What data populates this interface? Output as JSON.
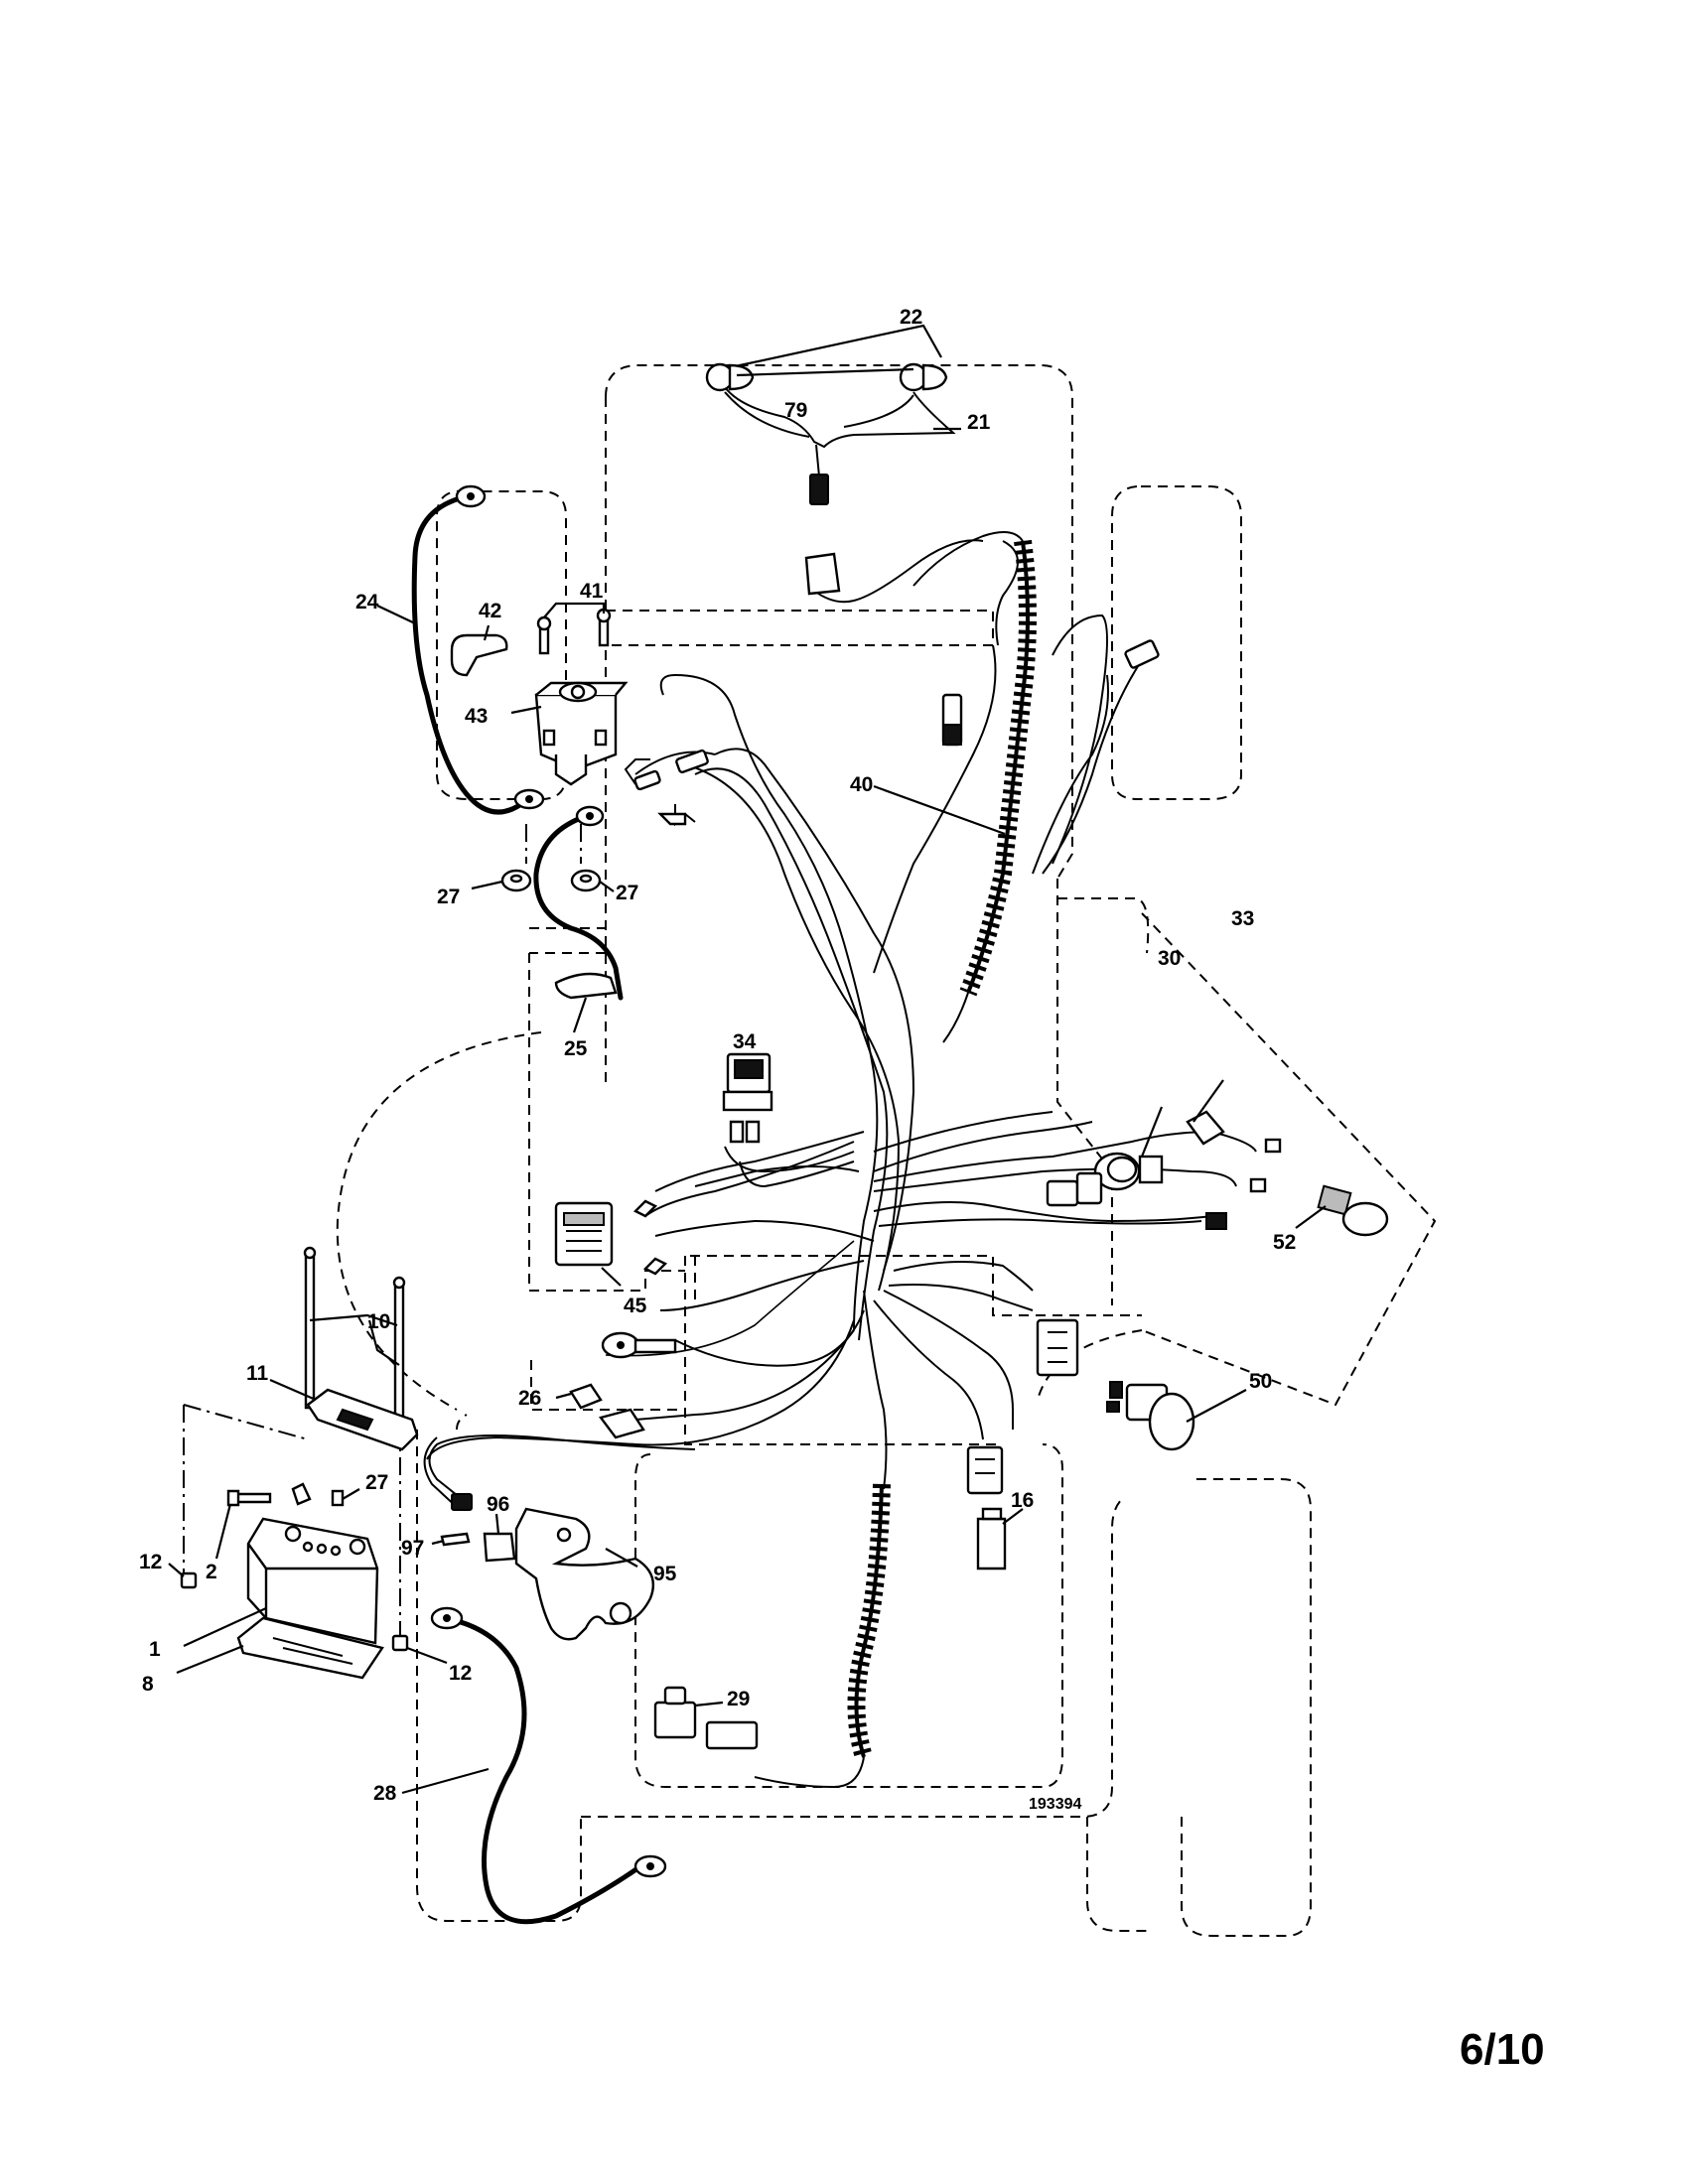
{
  "callouts": {
    "c22": "22",
    "c79": "79",
    "c21": "21",
    "c24": "24",
    "c42": "42",
    "c41": "41",
    "c43": "43",
    "c27a": "27",
    "c27b": "27",
    "c25": "25",
    "c40": "40",
    "c33": "33",
    "c30": "30",
    "c34": "34",
    "c52": "52",
    "c45": "45",
    "c10": "10",
    "c11": "11",
    "c26": "26",
    "c50": "50",
    "c27c": "27",
    "c96": "96",
    "c16": "16",
    "c12a": "12",
    "c2": "2",
    "c97": "97",
    "c95": "95",
    "c1": "1",
    "c8": "8",
    "c12b": "12",
    "c29": "29",
    "c28": "28"
  },
  "drawing_number": "193394",
  "page_number": "6/10"
}
